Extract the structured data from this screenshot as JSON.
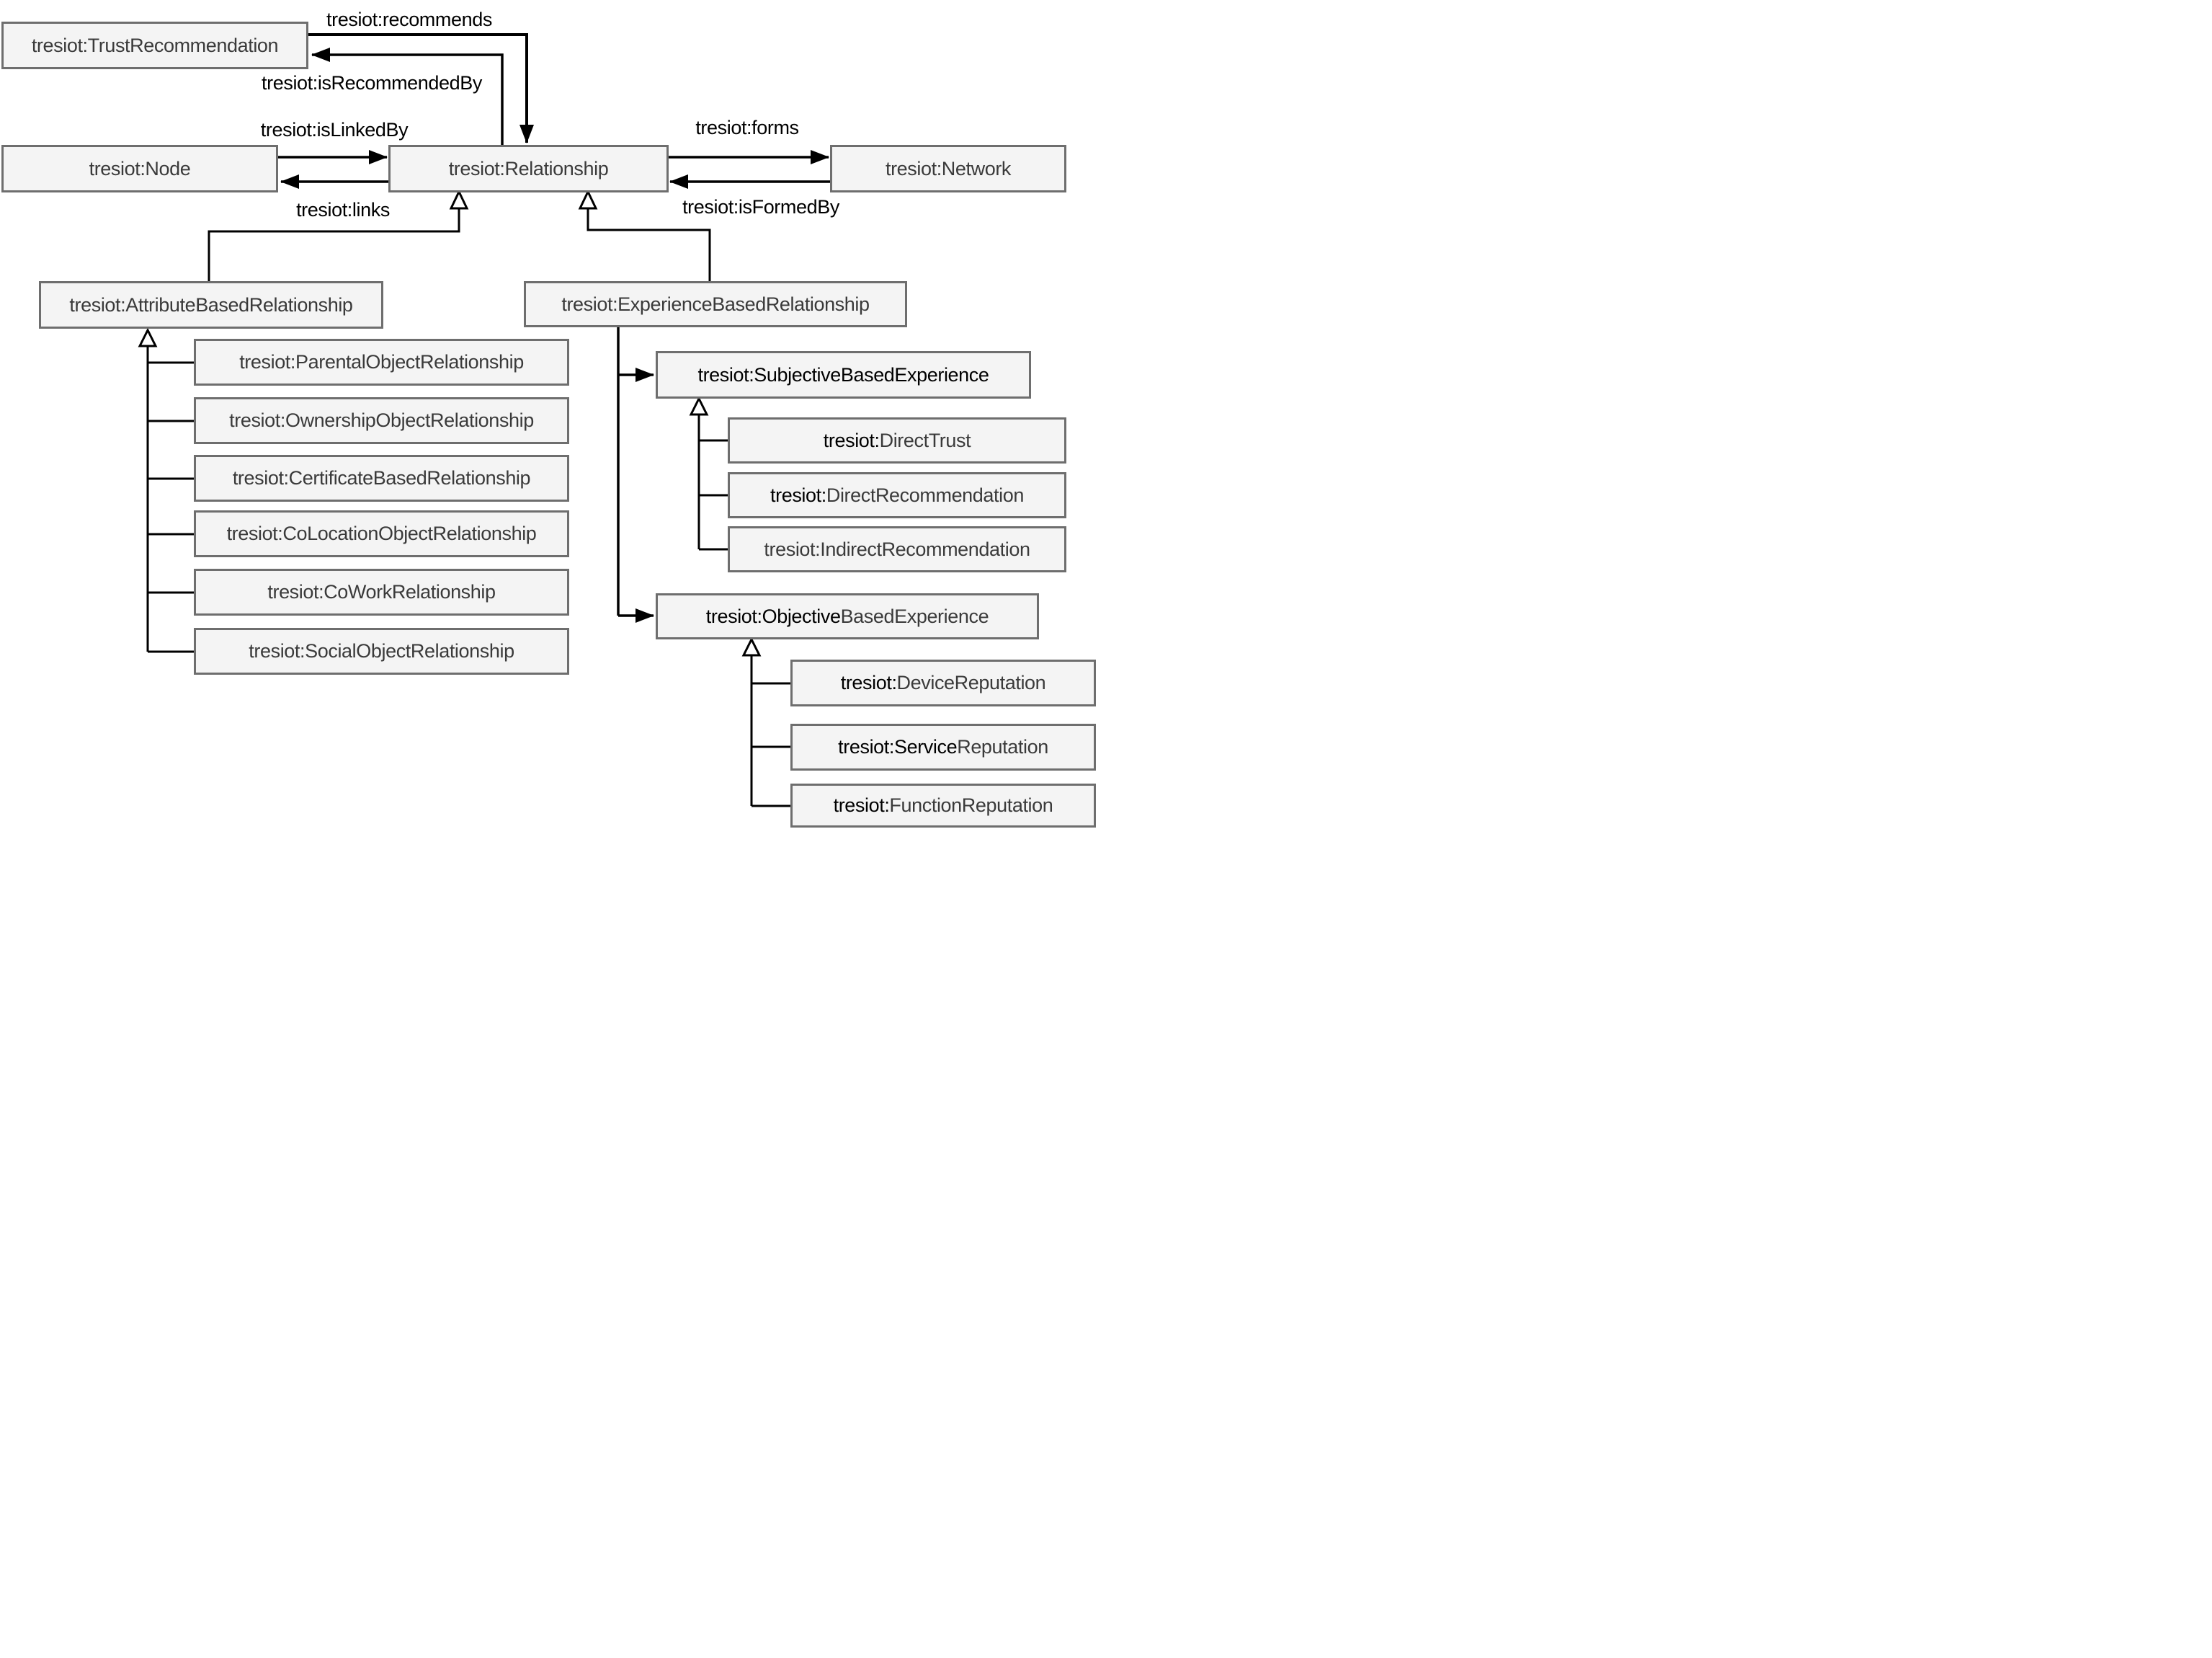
{
  "diagram": {
    "background": "#ffffff",
    "box_fill": "#f4f4f4",
    "box_border": "#6e6e6e",
    "line_color": "#000000",
    "text_dark": "#3a3a3a",
    "text_black": "#000000"
  },
  "boxes": {
    "trust_recommendation": {
      "parts": [
        {
          "text": "tresiot:TrustRecommendation",
          "color": "#3a3a3a"
        }
      ]
    },
    "node": {
      "parts": [
        {
          "text": "tresiot:Node",
          "color": "#3a3a3a"
        }
      ]
    },
    "relationship": {
      "parts": [
        {
          "text": "tresiot:Relationship",
          "color": "#3a3a3a"
        }
      ]
    },
    "network": {
      "parts": [
        {
          "text": "tresiot:Network",
          "color": "#3a3a3a"
        }
      ]
    },
    "attribute_based_relationship": {
      "parts": [
        {
          "text": "tresiot:AttributeBasedRelationship",
          "color": "#3a3a3a"
        }
      ]
    },
    "experience_based_relationship": {
      "parts": [
        {
          "text": "tresiot:ExperienceBasedRelationship",
          "color": "#3a3a3a"
        }
      ]
    },
    "parental_object_relationship": {
      "parts": [
        {
          "text": "tresiot:ParentalObjectRelationship",
          "color": "#3a3a3a"
        }
      ]
    },
    "ownership_object_relationship": {
      "parts": [
        {
          "text": "tresiot:OwnershipObjectRelationship",
          "color": "#3a3a3a"
        }
      ]
    },
    "certificate_based_relationship": {
      "parts": [
        {
          "text": "tresiot:CertificateBasedRelationship",
          "color": "#3a3a3a"
        }
      ]
    },
    "colocation_object_relationship": {
      "parts": [
        {
          "text": "tresiot:CoLocationObjectRelationship",
          "color": "#3a3a3a"
        }
      ]
    },
    "cowork_relationship": {
      "parts": [
        {
          "text": "tresiot:CoWorkRelationship",
          "color": "#3a3a3a"
        }
      ]
    },
    "social_object_relationship": {
      "parts": [
        {
          "text": "tresiot:SocialObjectRelationship",
          "color": "#3a3a3a"
        }
      ]
    },
    "subjective_based_experience": {
      "parts": [
        {
          "text": "tresiot:SubjectiveBasedExperience",
          "color": "#000000"
        }
      ]
    },
    "direct_trust": {
      "parts": [
        {
          "text": "tresiot:",
          "color": "#000000"
        },
        {
          "text": "DirectTrust",
          "color": "#3a3a3a"
        }
      ]
    },
    "direct_recommendation": {
      "parts": [
        {
          "text": "tresiot:",
          "color": "#000000"
        },
        {
          "text": "DirectRecommendation",
          "color": "#3a3a3a"
        }
      ]
    },
    "indirect_recommendation": {
      "parts": [
        {
          "text": "tresiot:IndirectRecommendation",
          "color": "#3a3a3a"
        }
      ]
    },
    "objective_based_experience": {
      "parts": [
        {
          "text": "tresiot:Objective",
          "color": "#000000"
        },
        {
          "text": "BasedExperience",
          "color": "#3a3a3a"
        }
      ]
    },
    "device_reputation": {
      "parts": [
        {
          "text": "tresiot:",
          "color": "#000000"
        },
        {
          "text": "DeviceReputation",
          "color": "#3a3a3a"
        }
      ]
    },
    "service_reputation": {
      "parts": [
        {
          "text": "tresiot:Service",
          "color": "#000000"
        },
        {
          "text": "Reputation",
          "color": "#3a3a3a"
        }
      ]
    },
    "function_reputation": {
      "parts": [
        {
          "text": "tresiot:",
          "color": "#000000"
        },
        {
          "text": "FunctionReputation",
          "color": "#3a3a3a"
        }
      ]
    }
  },
  "edge_labels": {
    "recommends": "tresiot:recommends",
    "is_recommended_by": "tresiot:isRecommendedBy",
    "is_linked_by": "tresiot:isLinkedBy",
    "links": "tresiot:links",
    "forms": "tresiot:forms",
    "is_formed_by": "tresiot:isFormedBy"
  }
}
